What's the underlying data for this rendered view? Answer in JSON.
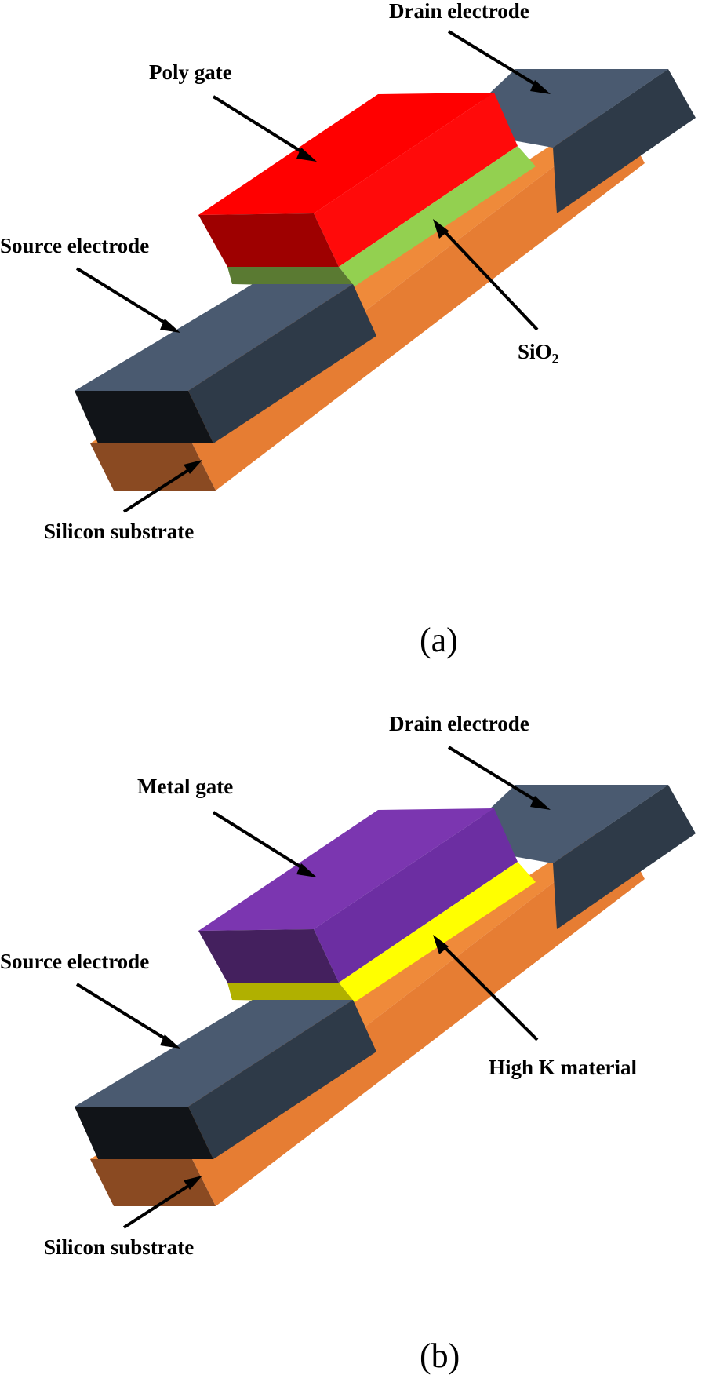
{
  "colors": {
    "substrate_top": "#ef8a3a",
    "substrate_side": "#e67d33",
    "substrate_front": "#8a4a22",
    "electrode_top": "#4a5a70",
    "electrode_side": "#2e3a48",
    "electrode_front": "#111418",
    "poly_gate_top": "#ff0000",
    "poly_gate_side": "#ff0a0a",
    "poly_gate_front": "#9e0000",
    "sio2_side": "#93d050",
    "sio2_front": "#5a7a32",
    "metal_gate_top": "#7b36b0",
    "metal_gate_side": "#6c2ea2",
    "metal_gate_front": "#44205e",
    "highk_side": "#ffff00",
    "highk_front": "#b0b000"
  },
  "diagram_a": {
    "drain_label": "Drain electrode",
    "gate_label": "Poly gate",
    "source_label": "Source electrode",
    "oxide_label_main": "SiO",
    "oxide_label_sub": "2",
    "substrate_label": "Silicon substrate",
    "caption": "(a)"
  },
  "diagram_b": {
    "drain_label": "Drain electrode",
    "gate_label": "Metal gate",
    "source_label": "Source electrode",
    "oxide_label": "High K material",
    "substrate_label": "Silicon substrate",
    "caption": "(b)"
  }
}
